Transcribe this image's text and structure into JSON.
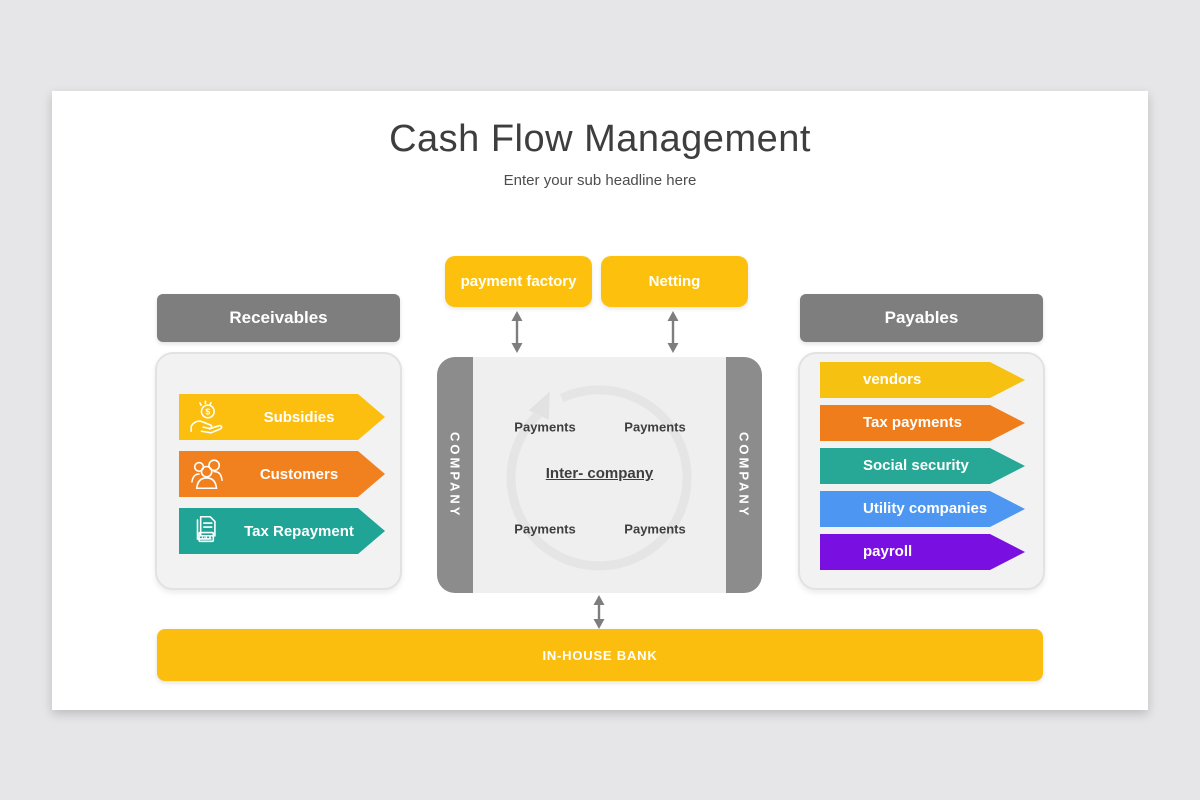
{
  "header": {
    "title": "Cash Flow Management",
    "subtitle": "Enter your sub headline here"
  },
  "receivables": {
    "header": "Receivables",
    "items": [
      {
        "label": "Subsidies",
        "icon": "subsidy-hand-coin-icon",
        "color": "#FCBF0F"
      },
      {
        "label": "Customers",
        "icon": "customers-group-icon",
        "color": "#F1801E"
      },
      {
        "label": "Tax Repayment",
        "icon": "tax-document-icon",
        "color": "#1FA496"
      }
    ]
  },
  "treasury": {
    "payment_factory": "payment factory",
    "netting": "Netting",
    "company_left": "COMPANY",
    "company_right": "COMPANY",
    "inter_company": "Inter- company",
    "payments": [
      "Payments",
      "Payments",
      "Payments",
      "Payments"
    ]
  },
  "payables": {
    "header": "Payables",
    "items": [
      {
        "label": "vendors",
        "color": "#F7C112"
      },
      {
        "label": "Tax payments",
        "color": "#F07D1B"
      },
      {
        "label": "Social security",
        "color": "#27A795"
      },
      {
        "label": "Utility companies",
        "color": "#4D96F2"
      },
      {
        "label": "payroll",
        "color": "#7A0FE2"
      }
    ]
  },
  "bank": {
    "label": "IN-HOUSE BANK",
    "color": "#FCBE0E"
  },
  "colors": {
    "page_bg": "#E6E6E8",
    "slide_bg": "#FFFFFF",
    "header_bar": "#7E7E7E",
    "container_bg": "#F2F2F2",
    "container_border": "#E2E2E2",
    "company_bar": "#8C8C8C",
    "center_bg": "#EFEFEF",
    "top_box_yellow": "#FDC10D",
    "connector_gray": "#7E7E7E",
    "cycle_ring": "#E5E5E5",
    "text_dark": "#3E3E3E"
  }
}
